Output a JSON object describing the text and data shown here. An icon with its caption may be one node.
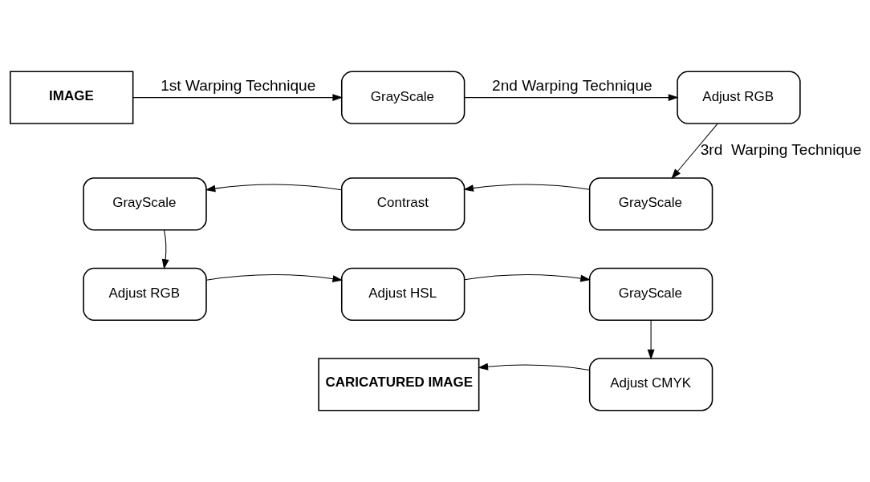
{
  "diagram": {
    "nodes": [
      {
        "text": [
          "IMAGE"
        ]
      },
      {
        "text": [
          "GrayScale"
        ]
      },
      {
        "text": [
          "Adjust RGB"
        ]
      },
      {
        "text": [
          "GrayScale"
        ]
      },
      {
        "text": [
          "Contrast"
        ]
      },
      {
        "text": [
          "GrayScale"
        ]
      },
      {
        "text": [
          "Adjust RGB"
        ]
      },
      {
        "text": [
          "Adjust HSL"
        ]
      },
      {
        "text": [
          "GrayScale"
        ]
      },
      {
        "text": [
          "Adjust CMYK"
        ]
      },
      {
        "text": [
          "CARICATURED IMAGE"
        ]
      }
    ],
    "edges": [
      {
        "from": 0,
        "to": 1,
        "arrow": "to",
        "label": "1st Warping Technique"
      },
      {
        "from": 1,
        "to": 2,
        "arrow": "to",
        "label": "2nd Warping Technique"
      },
      {
        "from": 2,
        "to": 3,
        "arrow": "to",
        "label": "3rd  Warping Technique"
      },
      {
        "from": 3,
        "to": 4,
        "arrow": "to"
      },
      {
        "from": 4,
        "to": 5,
        "arrow": "to"
      },
      {
        "from": 5,
        "to": 6,
        "arrow": "to"
      },
      {
        "from": 6,
        "to": 7,
        "arrow": "to"
      },
      {
        "from": 7,
        "to": 8,
        "arrow": "to"
      },
      {
        "from": 8,
        "to": 9,
        "arrow": "to"
      },
      {
        "from": 9,
        "to": 10,
        "arrow": "to"
      }
    ]
  }
}
